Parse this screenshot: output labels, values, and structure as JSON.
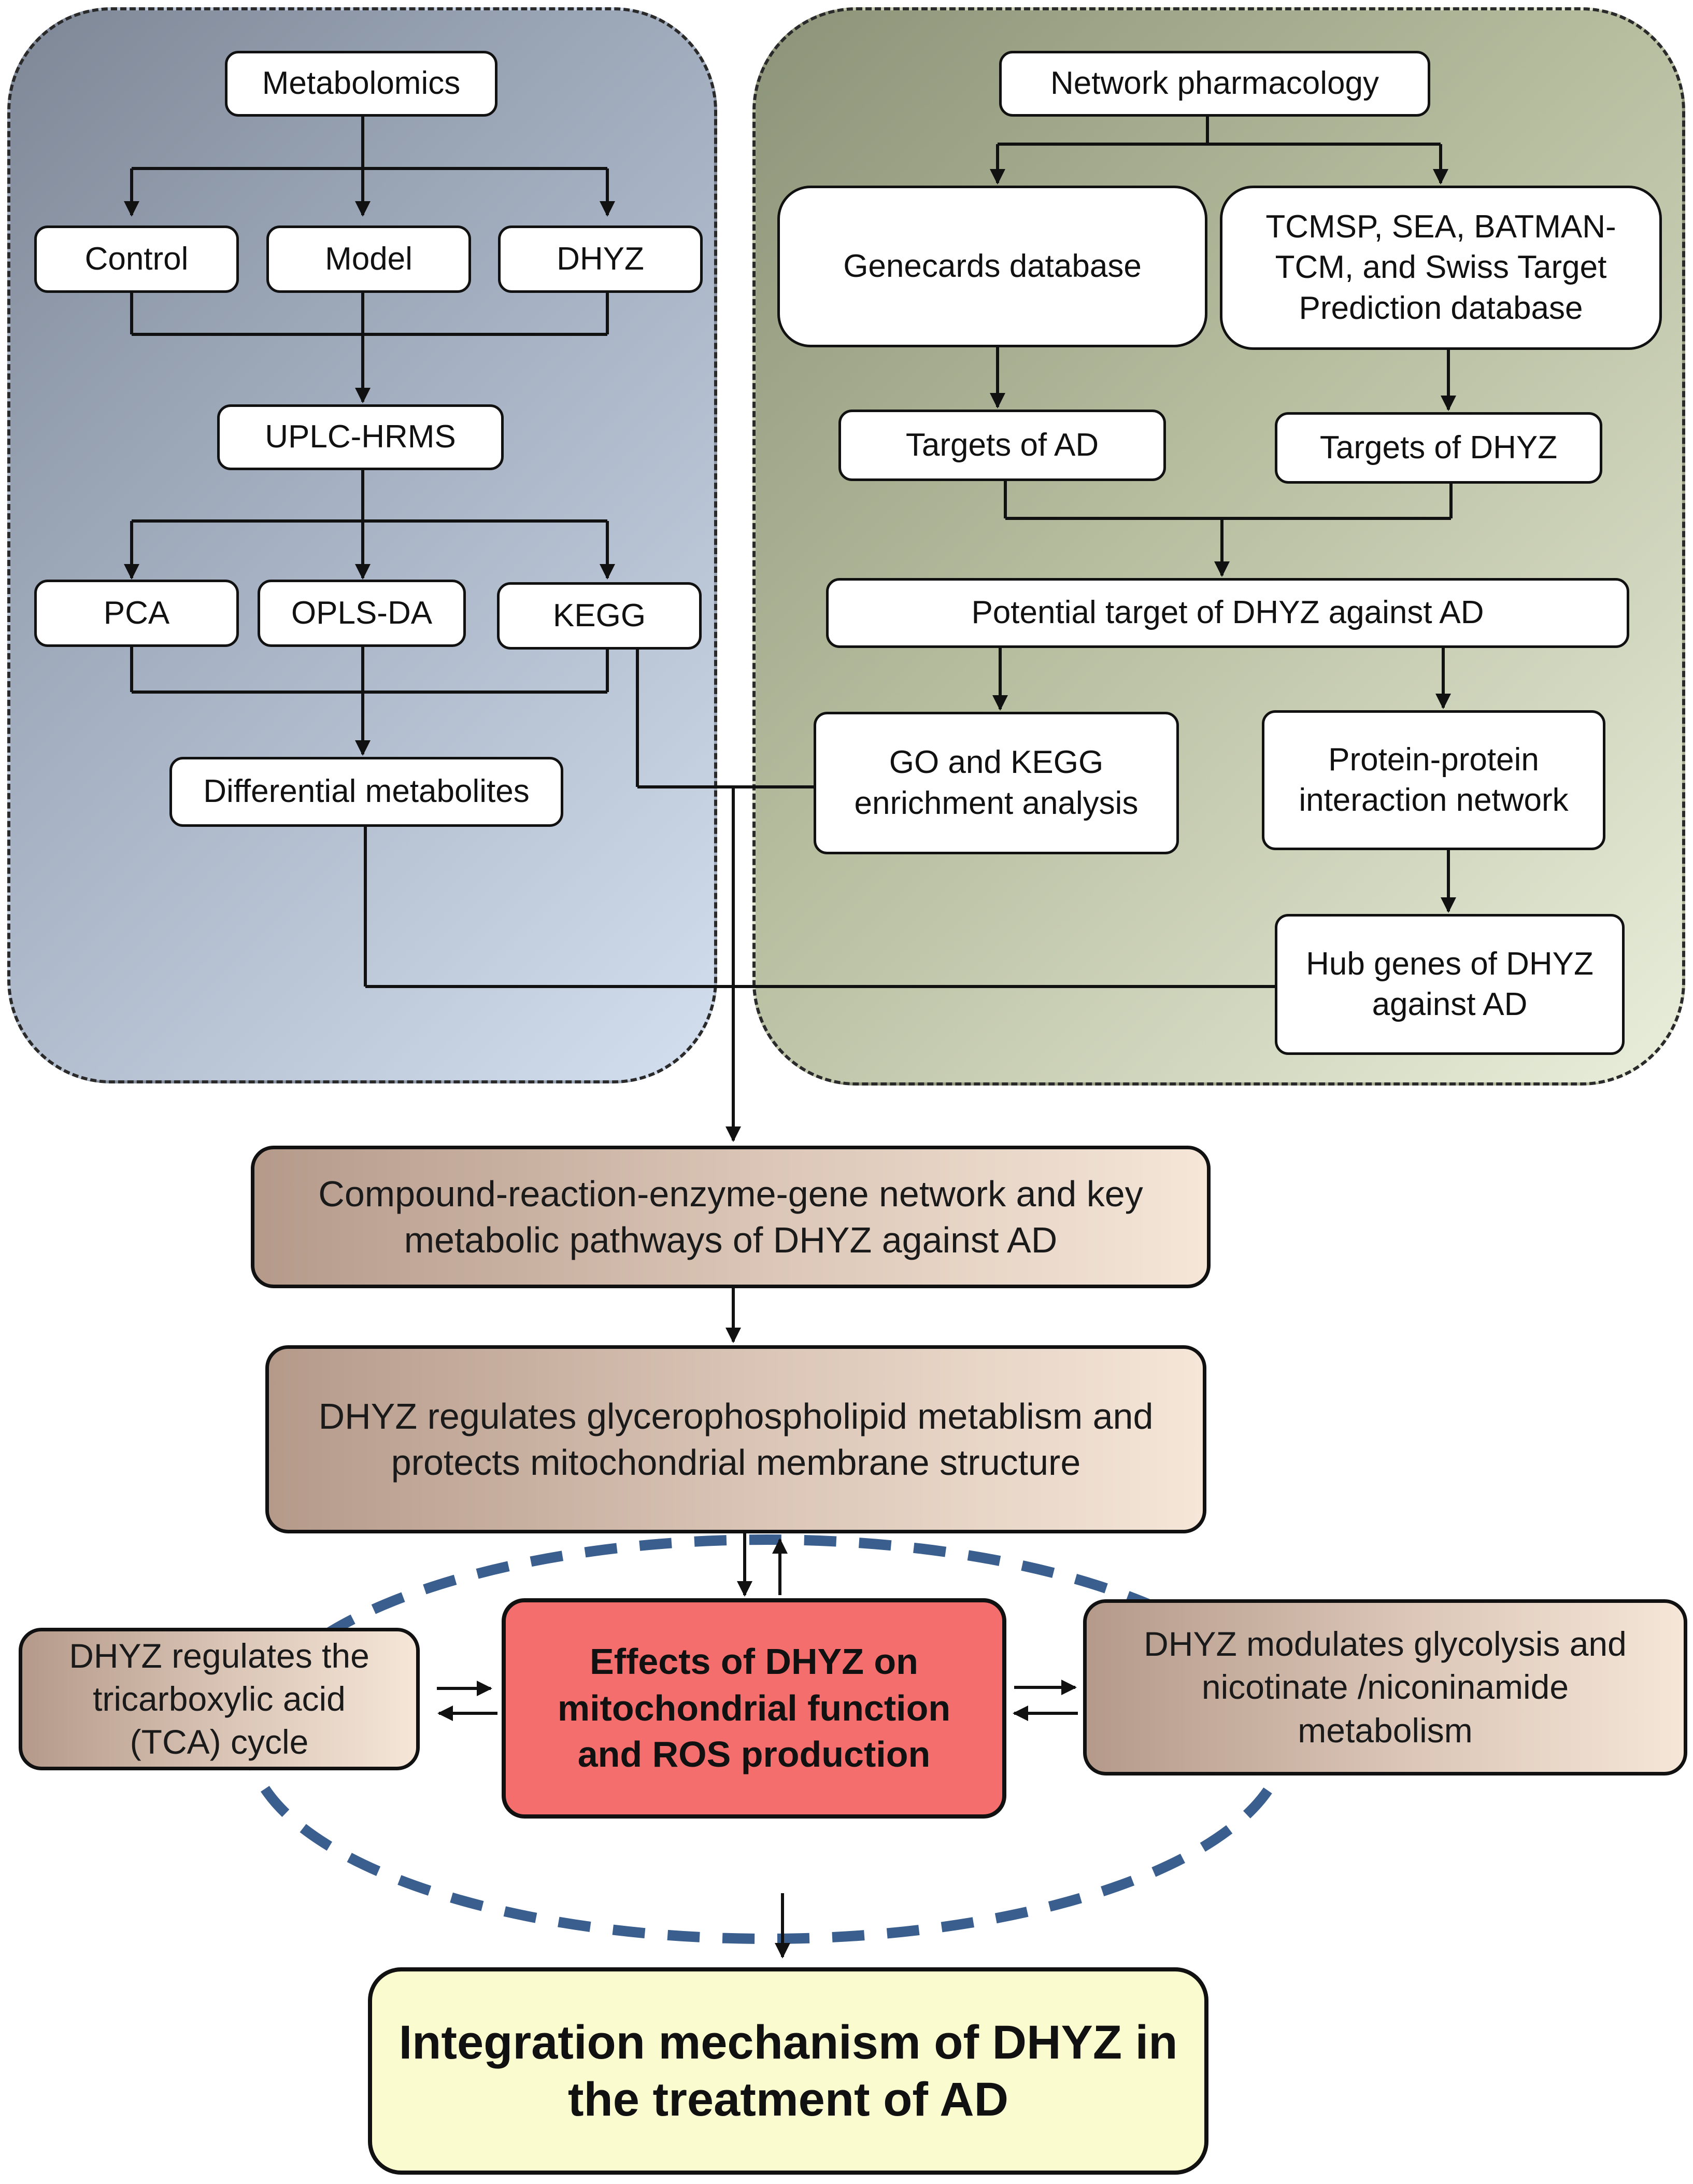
{
  "metabolomics": {
    "title": "Metabolomics",
    "groups": [
      "Control",
      "Model",
      "DHYZ"
    ],
    "platform": "UPLC-HRMS",
    "analyses": [
      "PCA",
      "OPLS-DA",
      "KEGG"
    ],
    "result": "Differential metabolites"
  },
  "network": {
    "title": "Network pharmacology",
    "genecards": "Genecards database",
    "databases": "TCMSP, SEA, BATMAN-\nTCM, and Swiss Target\nPrediction database",
    "targets_ad": "Targets of AD",
    "targets_dhyz": "Targets of DHYZ",
    "potential": "Potential target of DHYZ against AD",
    "go_kegg": "GO and KEGG\nenrichment analysis",
    "ppi": "Protein-protein\ninteraction network",
    "hub": "Hub genes of DHYZ\nagainst AD"
  },
  "integration": {
    "compound": "Compound-reaction-enzyme-gene network  and key\nmetabolic pathways of DHYZ against  AD",
    "glycero": "DHYZ regulates glycerophospholipid metablism and\nprotects mitochondrial membrane structure",
    "tca": "DHYZ regulates the\ntricarboxylic acid\n(TCA) cycle",
    "effects": "Effects of DHYZ on\nmitochondrial function\nand ROS production",
    "glycolysis": "DHYZ modulates glycolysis and\nnicotinate /niconinamide\nmetabolism",
    "final": "Integration mechanism of DHYZ in\nthe treatment of AD"
  },
  "colors": {
    "line": "#111111",
    "dashed_ellipse": "#3a5f8f",
    "effects_fill": "#f36e6c",
    "final_fill": "#fafbcf"
  }
}
